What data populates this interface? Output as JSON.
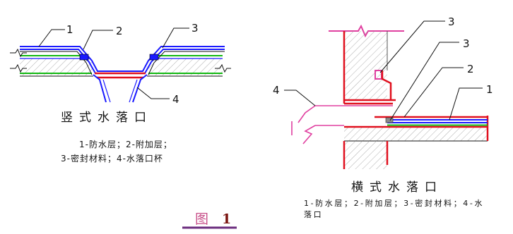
{
  "colors": {
    "waterproof_layer": "#1a1aff",
    "additional_layer": "#e0101e",
    "green_line": "#10b810",
    "drain_pink": "#e040a0",
    "caption_underline": "#6b2d7d",
    "caption_label": "#c8508a",
    "caption_number": "#7a1410"
  },
  "vertical_drain": {
    "callouts": [
      "1",
      "2",
      "3",
      "4"
    ],
    "title": "竖式水落口",
    "legend": [
      "1-防水层；2-附加层；",
      "3-密封材料；4-水落口杯"
    ]
  },
  "horizontal_drain": {
    "callouts": [
      "3",
      "3",
      "2",
      "1",
      "4"
    ],
    "title": "横式水落口",
    "legend": [
      "1-防水层；2-附加层；3-密封材料；4-水",
      "落口"
    ]
  },
  "caption": {
    "label": "图",
    "number": "1"
  }
}
